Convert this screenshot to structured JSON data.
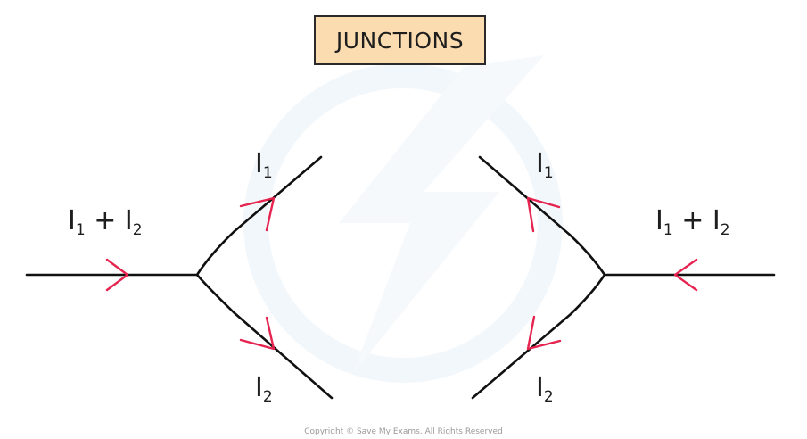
{
  "title": "JUNCTIONS",
  "colors": {
    "wire": "#111111",
    "arrow": "#e5234e",
    "title_bg": "#fbdcb0",
    "watermark": "#e6f0f8"
  },
  "left_junction": {
    "input_label": {
      "i1": "I",
      "s1": "1",
      "plus": " + ",
      "i2": "I",
      "s2": "2"
    },
    "top_label": {
      "i": "I",
      "s": "1"
    },
    "bottom_label": {
      "i": "I",
      "s": "2"
    }
  },
  "right_junction": {
    "input_label": {
      "i1": "I",
      "s1": "1",
      "plus": " + ",
      "i2": "I",
      "s2": "2"
    },
    "top_label": {
      "i": "I",
      "s": "1"
    },
    "bottom_label": {
      "i": "I",
      "s": "2"
    }
  },
  "copyright": "Copyright © Save My Exams. All Rights Reserved"
}
